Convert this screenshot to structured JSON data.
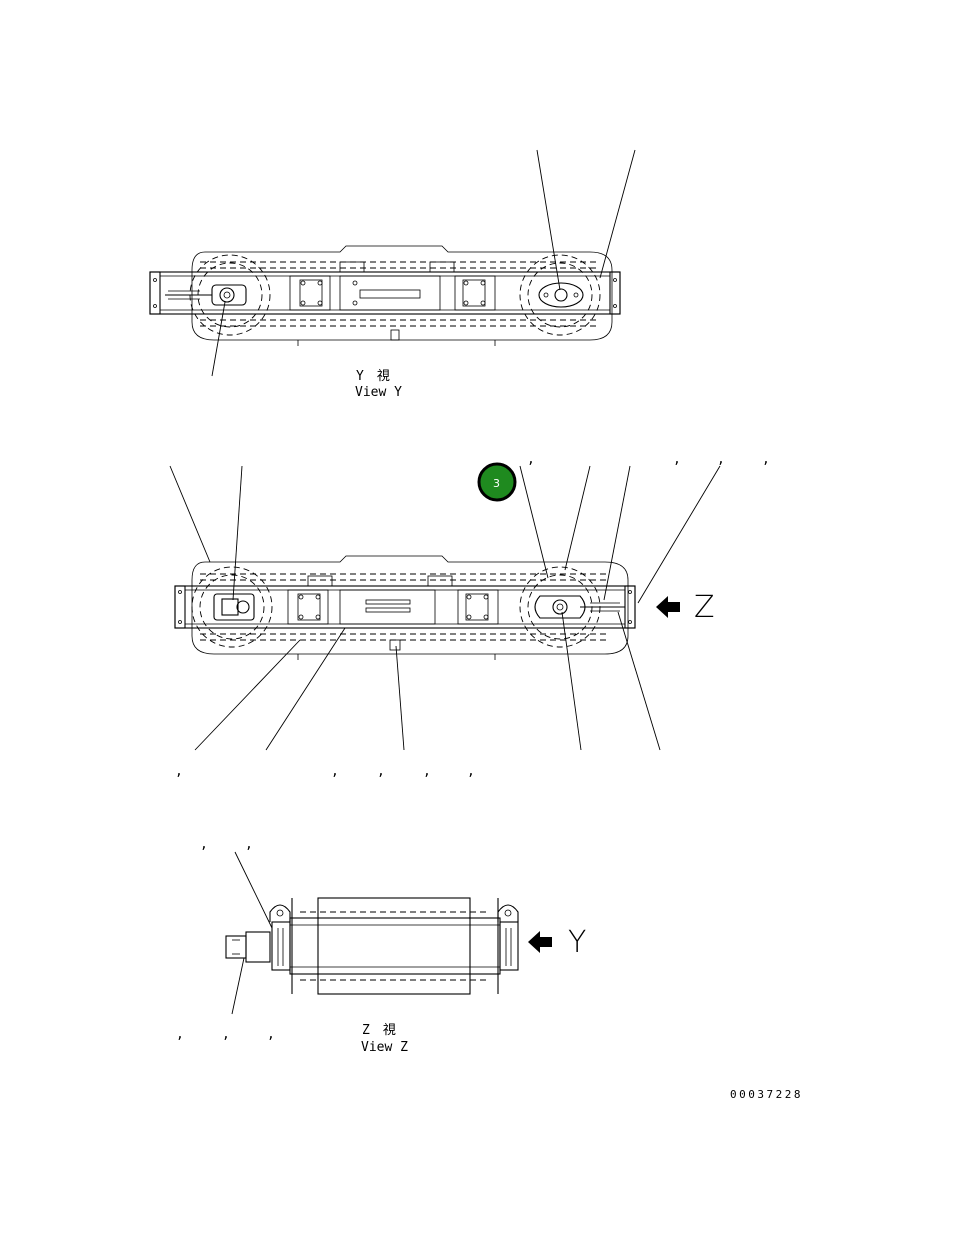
{
  "views": {
    "view_y": {
      "title_jp": "Y　視",
      "title_en": "View Y"
    },
    "view_z": {
      "title_jp": "Z　視",
      "title_en": "View Z"
    }
  },
  "direction_arrows": {
    "top_view_arrow": "Z",
    "end_view_arrow": "Y"
  },
  "callout_badge": {
    "number": "3",
    "fill": "#1f8a1f",
    "ring": "#000000"
  },
  "drawing_number": "00037228",
  "label_separators": ","
}
